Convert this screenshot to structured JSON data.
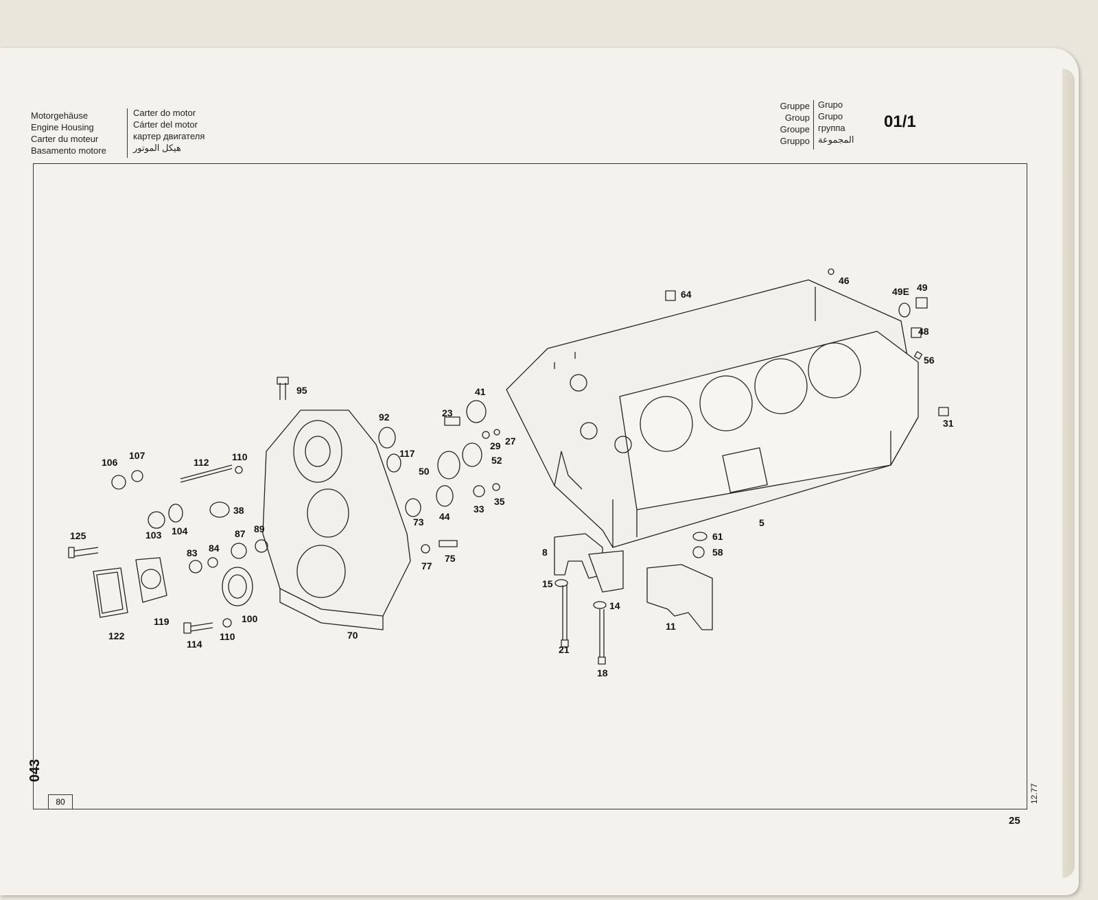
{
  "header": {
    "title_left": [
      "Motorgehäuse",
      "Engine Housing",
      "Carter du moteur",
      "Basamento motore"
    ],
    "title_right": [
      "Carter do motor",
      "Cárter del motor",
      "картер двигателя",
      "هيكل الموتور"
    ],
    "group_left": [
      "Gruppe",
      "Group",
      "Groupe",
      "Gruppo"
    ],
    "group_right": [
      "Grupo",
      "Grupo",
      "группа",
      "المجموعة"
    ],
    "group_number": "01/1"
  },
  "footer": {
    "side_code": "043",
    "box_number": "80",
    "date": "12.77",
    "page_number": "25"
  },
  "callouts": [
    "95",
    "92",
    "117",
    "106",
    "107",
    "112",
    "110",
    "38",
    "103",
    "104",
    "125",
    "83",
    "84",
    "87",
    "89",
    "122",
    "119",
    "114",
    "110",
    "100",
    "70",
    "23",
    "41",
    "29",
    "27",
    "52",
    "50",
    "73",
    "44",
    "33",
    "35",
    "77",
    "75",
    "64",
    "46",
    "49E",
    "49",
    "48",
    "56",
    "31",
    "5",
    "61",
    "58",
    "8",
    "15",
    "14",
    "21",
    "18",
    "11"
  ]
}
